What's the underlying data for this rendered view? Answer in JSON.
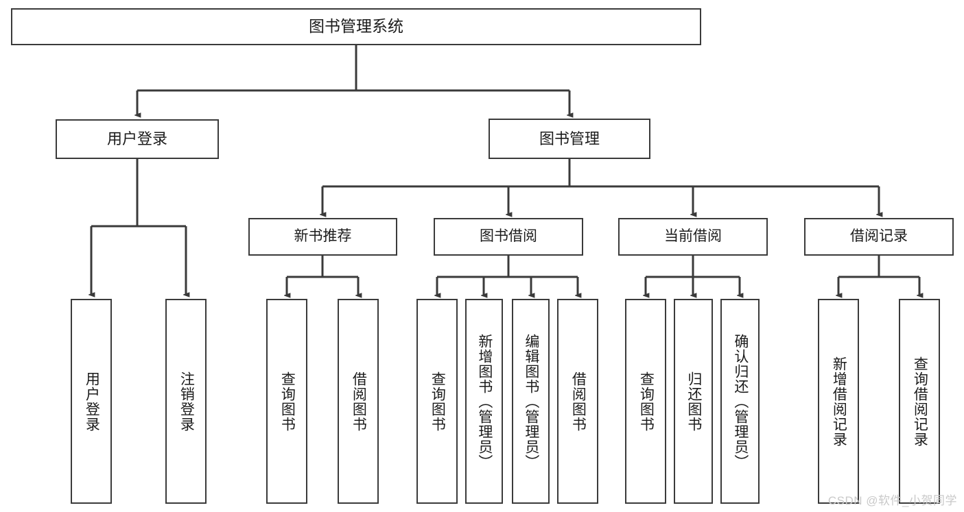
{
  "diagram": {
    "title": "图书管理系统",
    "type": "functional-structure-tree",
    "root": {
      "label": "图书管理系统"
    },
    "level2": [
      {
        "id": "user-login",
        "label": "用户登录"
      },
      {
        "id": "book-manage",
        "label": "图书管理"
      }
    ],
    "level3": [
      {
        "id": "new-book-recommend",
        "label": "新书推荐",
        "parent": "book-manage"
      },
      {
        "id": "book-borrow",
        "label": "图书借阅",
        "parent": "book-manage"
      },
      {
        "id": "current-borrow",
        "label": "当前借阅",
        "parent": "book-manage"
      },
      {
        "id": "borrow-record",
        "label": "借阅记录",
        "parent": "book-manage"
      }
    ],
    "leaves": [
      {
        "id": "leaf-user-login",
        "label": "用户登录",
        "parent": "user-login"
      },
      {
        "id": "leaf-logout",
        "label": "注销登录",
        "parent": "user-login"
      },
      {
        "id": "leaf-query-book-1",
        "label": "查询图书",
        "parent": "new-book-recommend"
      },
      {
        "id": "leaf-borrow-book-1",
        "label": "借阅图书",
        "parent": "new-book-recommend"
      },
      {
        "id": "leaf-query-book-2",
        "label": "查询图书",
        "parent": "book-borrow"
      },
      {
        "id": "leaf-add-book",
        "label": "新增图书（管理员）",
        "parent": "book-borrow"
      },
      {
        "id": "leaf-edit-book",
        "label": "编辑图书（管理员）",
        "parent": "book-borrow"
      },
      {
        "id": "leaf-borrow-book-2",
        "label": "借阅图书",
        "parent": "book-borrow"
      },
      {
        "id": "leaf-query-book-3",
        "label": "查询图书",
        "parent": "current-borrow"
      },
      {
        "id": "leaf-return-book",
        "label": "归还图书",
        "parent": "current-borrow"
      },
      {
        "id": "leaf-confirm-return",
        "label": "确认归还（管理员）",
        "parent": "current-borrow"
      },
      {
        "id": "leaf-add-record",
        "label": "新增借阅记录",
        "parent": "borrow-record"
      },
      {
        "id": "leaf-query-record",
        "label": "查询借阅记录",
        "parent": "borrow-record"
      }
    ],
    "watermark": "CSDN @软件_小贺同学",
    "colors": {
      "node_border": "#3a3a3a",
      "node_fill": "#ffffff",
      "edge": "#3a3a3a",
      "text": "#1b1b1b",
      "watermark": "#c9c9c9",
      "background": "#ffffff"
    }
  }
}
